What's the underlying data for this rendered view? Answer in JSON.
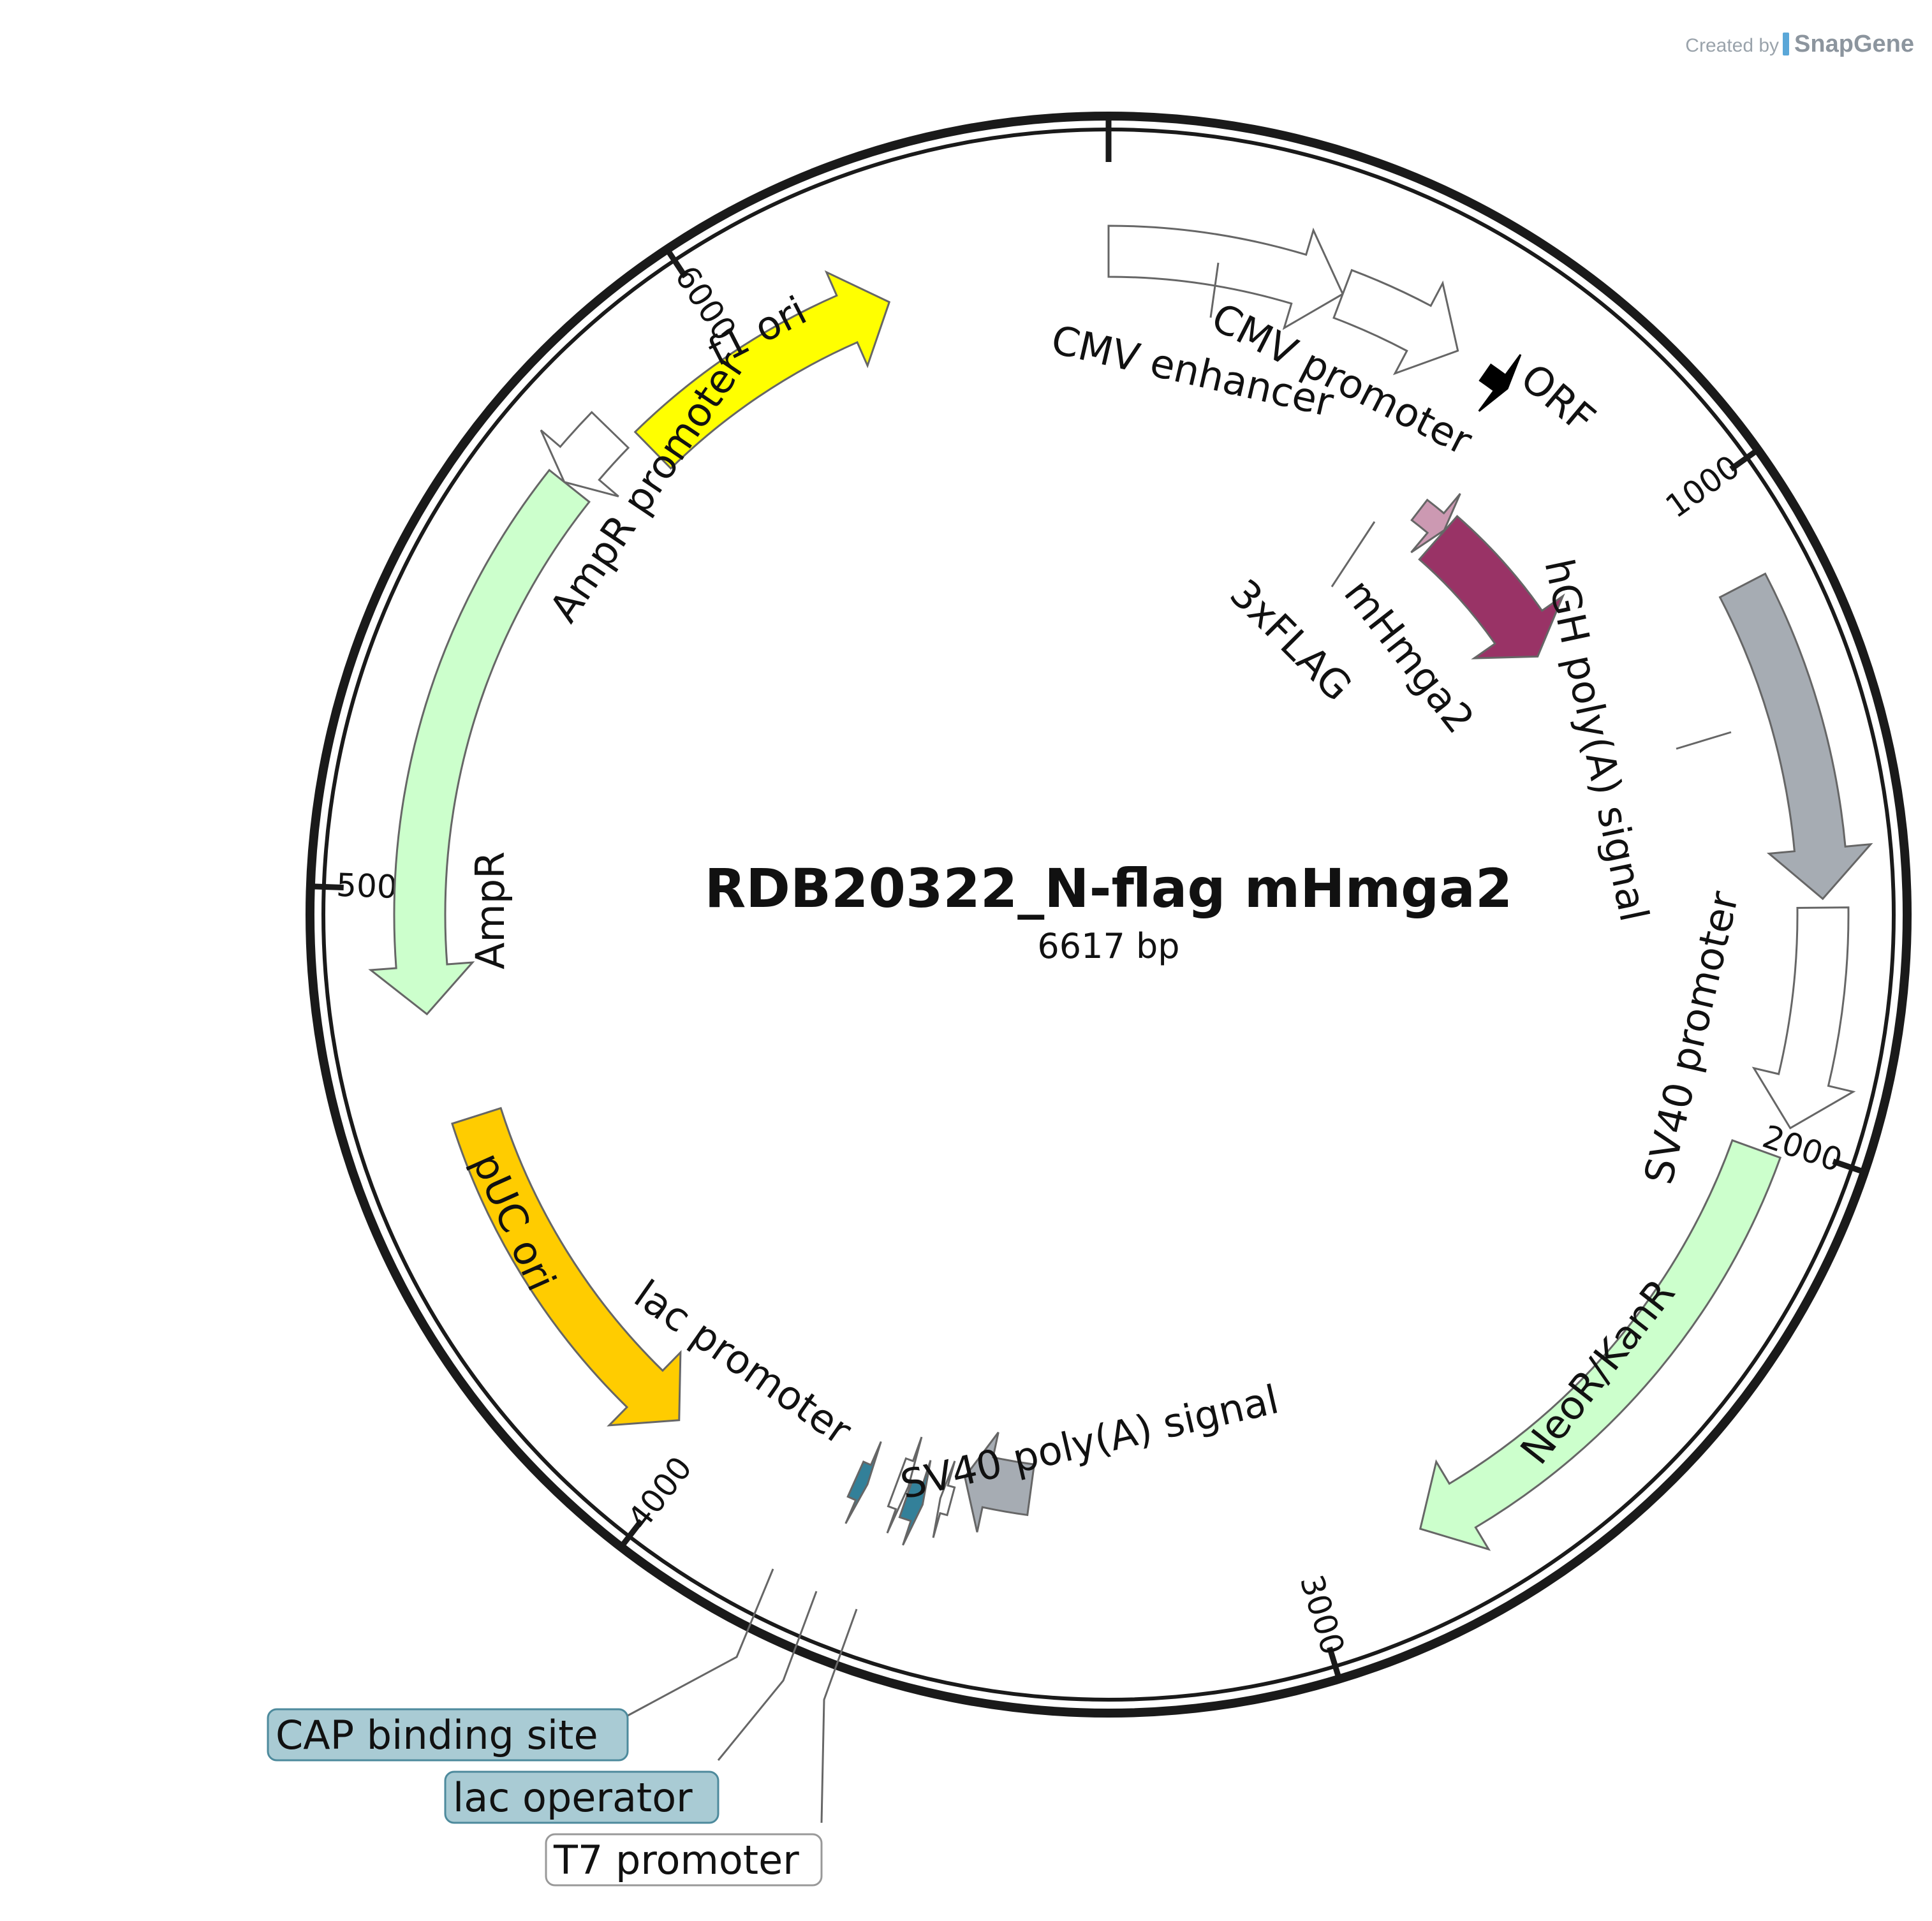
{
  "plasmid": {
    "name": "RDB20322_N-flag mHmga2",
    "length_label": "6617 bp",
    "total_bp": 6617
  },
  "credit": {
    "prefix": "Created by",
    "brand": "SnapGene"
  },
  "ticks": [
    {
      "bp": 0,
      "label": ""
    },
    {
      "bp": 1000,
      "label": "1000"
    },
    {
      "bp": 2000,
      "label": "2000"
    },
    {
      "bp": 3000,
      "label": "3000"
    },
    {
      "bp": 4000,
      "label": "4000"
    },
    {
      "bp": 5000,
      "label": "5000"
    },
    {
      "bp": 6000,
      "label": "6000"
    }
  ],
  "features": [
    {
      "name": "CMV enhancer",
      "start": 0,
      "end": 380,
      "strand": 1,
      "type": "enhancer",
      "color": "#ffffff"
    },
    {
      "name": "CMV promoter",
      "start": 380,
      "end": 584,
      "strand": 1,
      "type": "promoter",
      "color": "#ffffff"
    },
    {
      "name": "ORF",
      "start": 640,
      "end": 683,
      "strand": 1,
      "type": "ORF",
      "color": "#000000"
    },
    {
      "name": "3xFLAG",
      "start": 690,
      "end": 756,
      "strand": 1,
      "type": "tag",
      "color": "#cc99b2"
    },
    {
      "name": "mHmga2",
      "start": 757,
      "end": 1084,
      "strand": 1,
      "type": "CDS",
      "color": "#993366"
    },
    {
      "name": "hGH poly(A) signal",
      "start": 1150,
      "end": 1631,
      "strand": 1,
      "type": "polyA",
      "color": "#a6acb3"
    },
    {
      "name": "SV40 promoter",
      "start": 1644,
      "end": 1974,
      "strand": 1,
      "type": "promoter",
      "color": "#ffffff"
    },
    {
      "name": "NeoR/KanR",
      "start": 2020,
      "end": 2814,
      "strand": 1,
      "type": "CDS",
      "color": "#ccffcc"
    },
    {
      "name": "SV40 poly(A) signal",
      "start": 3450,
      "end": 3572,
      "strand": 1,
      "type": "polyA",
      "color": "#a6acb3"
    },
    {
      "name": "T7 promoter",
      "start": 3585,
      "end": 3604,
      "strand": 1,
      "type": "promoter",
      "color": "#ffffff"
    },
    {
      "name": "lac operator",
      "start": 3663,
      "end": 3684,
      "strand": -1,
      "type": "protein_bind",
      "color": "#ffffff"
    },
    {
      "name": "CAP binding site",
      "start": 3730,
      "end": 3752,
      "strand": -1,
      "type": "protein_bind",
      "color": "#338099"
    },
    {
      "name": "lac promoter",
      "start": 3630,
      "end": 3660,
      "strand": -1,
      "type": "promoter",
      "color": "#338099"
    },
    {
      "name": "pUC ori",
      "start": 4050,
      "end": 4638,
      "strand": -1,
      "type": "rep_origin",
      "color": "#ffcc00"
    },
    {
      "name": "AmpR",
      "start": 4810,
      "end": 5670,
      "strand": -1,
      "type": "CDS",
      "color": "#ccffcc"
    },
    {
      "name": "AmpR promoter",
      "start": 5670,
      "end": 5775,
      "strand": -1,
      "type": "promoter",
      "color": "#ffffff"
    },
    {
      "name": "f1 ori",
      "start": 5800,
      "end": 6255,
      "strand": 1,
      "type": "rep_origin",
      "color": "#ffff00"
    }
  ],
  "callouts": [
    {
      "name": "CAP binding site",
      "fill": "#a9cbd4"
    },
    {
      "name": "lac operator",
      "fill": "#a9cbd4"
    },
    {
      "name": "T7 promoter",
      "fill": "#ffffff"
    }
  ]
}
